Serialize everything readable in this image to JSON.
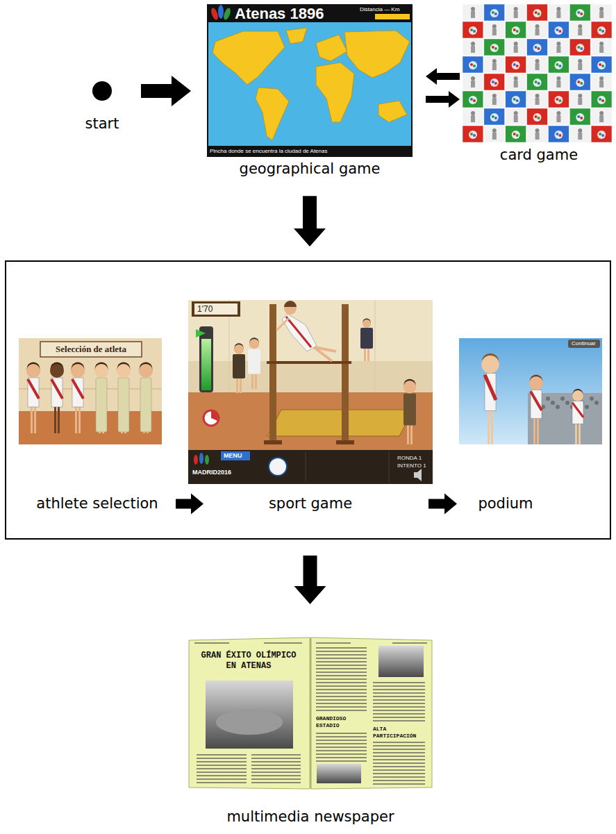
{
  "diagram": {
    "nodes": [
      {
        "text": [
          "start"
        ]
      },
      {
        "text": [
          "geographical game"
        ]
      },
      {
        "text": [
          "card game"
        ]
      },
      {
        "text": []
      },
      {
        "text": [
          "athlete selection"
        ],
        "in": 3
      },
      {
        "text": [
          "sport game"
        ],
        "in": 3
      },
      {
        "text": [
          "podium"
        ],
        "in": 3
      },
      {
        "text": [
          "multimedia newspaper"
        ]
      }
    ],
    "edges": [
      {
        "from": 0,
        "to": 1,
        "arrow": "to"
      },
      {
        "from": 2,
        "to": 1,
        "arrow": "to"
      },
      {
        "from": 1,
        "to": 2,
        "arrow": "to"
      },
      {
        "from": 1,
        "to": 3,
        "arrow": "to"
      },
      {
        "from": 4,
        "to": 5,
        "arrow": "to"
      },
      {
        "from": 5,
        "to": 6,
        "arrow": "to"
      },
      {
        "from": 3,
        "to": 7,
        "arrow": "to"
      }
    ],
    "labels": [
      "Atenas 1896",
      "Distancia — Km",
      "Pincha donde se encuentra la ciudad de Atenas",
      "Selección de atleta",
      "1'70",
      "MENU",
      "MADRID2016",
      "RONDA 1",
      "INTENTO 1",
      "Continuar",
      "GRAN ÉXITO OLÍMPICO EN ATENAS",
      "GRANDIOSO ESTADIO",
      "ALTA PARTICIPACIÓN"
    ]
  }
}
